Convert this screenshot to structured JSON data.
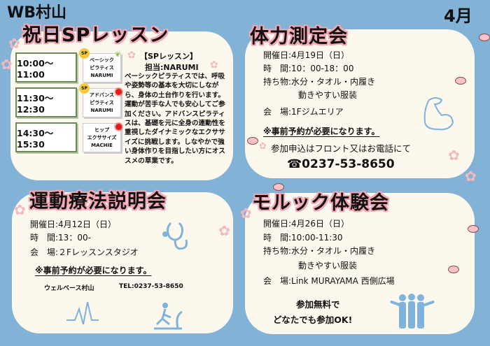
{
  "header": {
    "org": "WB村山",
    "month": "4月"
  },
  "sp_lesson": {
    "title": "祝日SPレッスン",
    "slots": [
      {
        "time": "10:00〜11:00",
        "badge": "SP",
        "class_lines": [
          "ベーシック",
          "ピラティス",
          "NARUMI"
        ]
      },
      {
        "time": "11:30〜12:30",
        "badge": "SP",
        "class_lines": [
          "アドバンス",
          "ピラティス",
          "NARUMI"
        ]
      },
      {
        "time": "14:30〜15:30",
        "badge": "",
        "class_lines": [
          "ヒップ",
          "エクササイズ",
          "MACHIE"
        ]
      }
    ],
    "heading": "【SPレッスン】",
    "instructor": "担当:NARUMI",
    "description": "ベーシックピラティスでは、呼吸や姿勢等の基本を大切にしながら、身体の土台作りを行います。運動が苦手な人でも安心してご参加ください。アドバンスピラティスは、基礎を元に全身の連動性を重視したダイナミックなエクササイズに挑戦します。しなやかで強い身体作りを目指したい方にオススメの草業です。"
  },
  "fitness_test": {
    "title": "体力測定会",
    "date": "開催日:4月19日（日）",
    "time": "時　間:10：00-18：00",
    "bring": "持ち物:水分・タオル・内履き",
    "bring2": "動きやすい服装",
    "venue": "会　場:1Fジムエリア",
    "notice": "※事前予約が必要になります。",
    "apply": "参加申込はフロント又はお電話にて",
    "phone": "☎0237-53-8650"
  },
  "exercise_therapy": {
    "title": "運動療法説明会",
    "date": "開催日:4月12日（日）",
    "time": "時　間:13：00-",
    "venue": "会　場:２Fレッスンスタジオ",
    "notice": "※事前予約が必要になります。",
    "org": "ウェルベース村山",
    "tel": "TEL:0237-53-8650"
  },
  "moluck": {
    "title": "モルック体験会",
    "date": "開催日:4月26日（日）",
    "time": "時　間:10:00-11:30",
    "bring": "持ち物:水分・タオル・内履き",
    "bring2": "動きやすい服装",
    "venue": "会　場:Link MURAYAMA 西側広場",
    "free1": "参加無料で",
    "free2": "どなたでも参加OK!"
  }
}
